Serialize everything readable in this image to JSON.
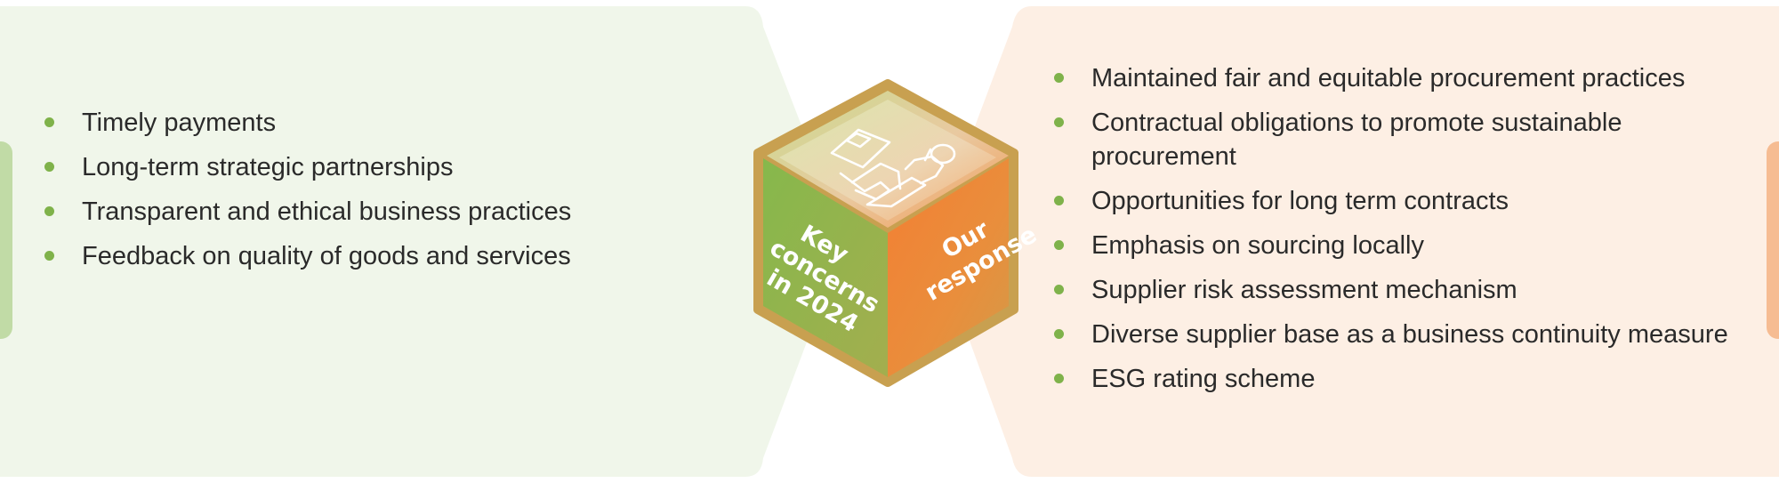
{
  "diagram": {
    "left_panel": {
      "items": [
        "Timely payments",
        "Long-term strategic partnerships",
        "Transparent and ethical business practices",
        "Feedback on quality of goods and services"
      ]
    },
    "right_panel": {
      "items": [
        "Maintained fair and equitable procurement practices",
        "Contractual obligations to promote sustainable procurement",
        "Opportunities for long term contracts",
        "Emphasis on sourcing locally",
        "Supplier risk assessment mechanism",
        "Diverse supplier base as a business continuity measure",
        "ESG rating scheme"
      ]
    },
    "cube": {
      "left_face_lines": [
        "Key",
        "concerns",
        "in 2024"
      ],
      "right_face_lines": [
        "Our",
        "response"
      ],
      "top_icon": "supplier-handshake-icon"
    },
    "colors": {
      "left_panel_bg": "#f0f6ea",
      "right_panel_bg": "#fdefe4",
      "left_tab": "#c1dba6",
      "right_tab": "#f6bc92",
      "bullet": "#7fb24a",
      "green": "#8ebc4f",
      "orange": "#f2873a"
    }
  }
}
